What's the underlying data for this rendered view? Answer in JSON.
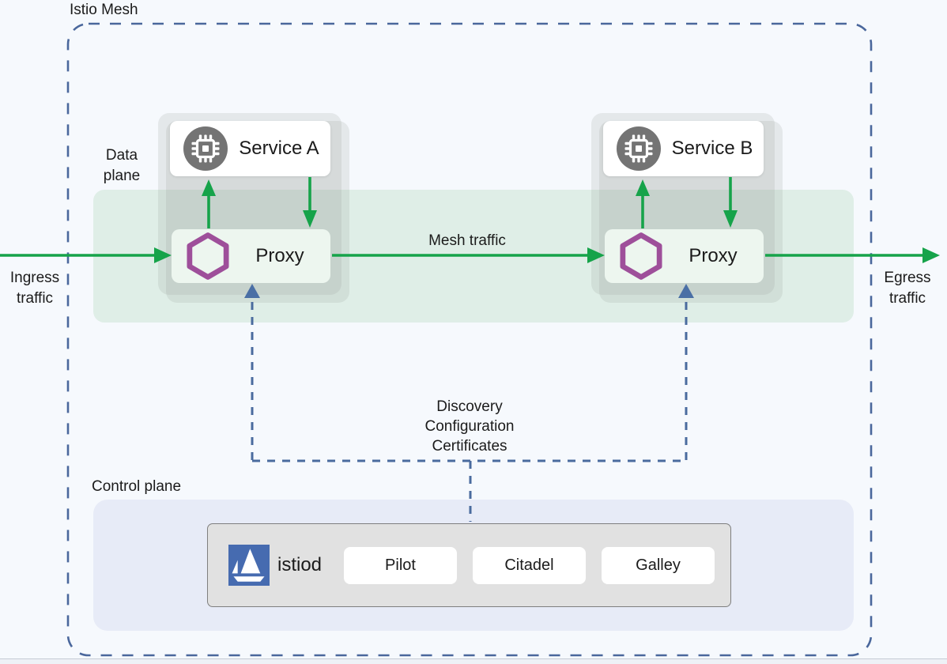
{
  "mesh": {
    "title": "Istio Mesh"
  },
  "labels": {
    "data_plane": [
      "Data",
      "plane"
    ],
    "control_plane": "Control plane"
  },
  "traffic": {
    "ingress": [
      "Ingress",
      "traffic"
    ],
    "mesh": "Mesh traffic",
    "egress": [
      "Egress",
      "traffic"
    ]
  },
  "services": [
    {
      "name": "Service A",
      "icon": "microchip-icon"
    },
    {
      "name": "Service B",
      "icon": "microchip-icon"
    }
  ],
  "proxies": [
    {
      "label": "Proxy",
      "icon": "envoy-hexagon-icon"
    },
    {
      "label": "Proxy",
      "icon": "envoy-hexagon-icon"
    }
  ],
  "connector": {
    "lines": [
      "Discovery",
      "Configuration",
      "Certificates"
    ]
  },
  "control_plane": {
    "istiod_label": "istiod",
    "logo": "istio-sailboat-icon",
    "components": [
      "Pilot",
      "Citadel",
      "Galley"
    ]
  },
  "colors": {
    "traffic_green": "#16a34a",
    "control_blue_dash": "#4a6b9e",
    "envoy_purple": "#9e4f9a",
    "istio_blue": "#466bb0",
    "band_green": "#dfeee7",
    "control_panel_lavender": "#e7ebf7"
  }
}
